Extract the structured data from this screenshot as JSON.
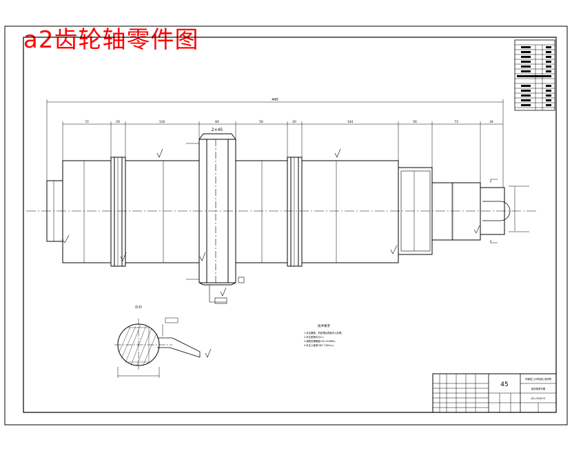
{
  "overlay_title": "a2齿轮轴零件图",
  "drawing": {
    "overall_length": "445",
    "segment_lengths": [
      "72",
      "20",
      "116",
      "84",
      "56",
      "20",
      "144",
      "56",
      "73",
      "34"
    ],
    "chamfer_note": "2×45",
    "section_label": "D-D",
    "material": "45",
    "tech_requirements_title": "技术要求",
    "tech_requirements": [
      "1.未注圆角，热处理后表面淬火处理。",
      "2.未注倒角均为C1。",
      "3.调质处理硬度220-250HBS。",
      "4.未注公差按GB/T 1804-m。"
    ],
    "title_block": {
      "school": "华南理工大学机械工程学院",
      "part_name": "齿轮轴零件图",
      "drawing_no": "JSQ-GEAR-02"
    },
    "colors": {
      "overlay": "#ff0000",
      "lines": "#000000"
    }
  }
}
